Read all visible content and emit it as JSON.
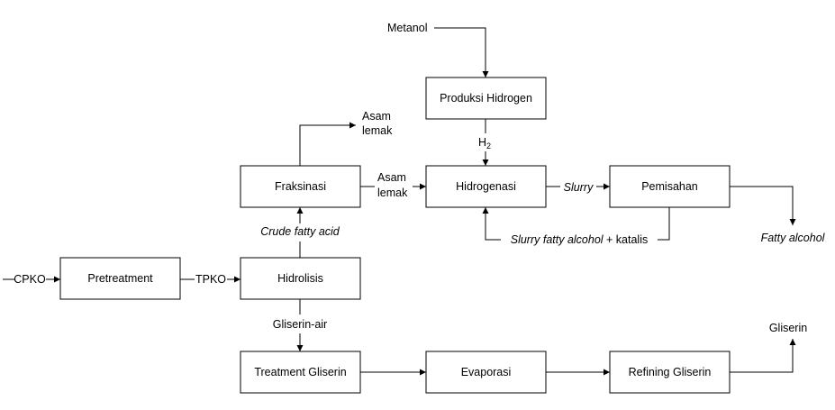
{
  "boxes": {
    "pretreatment": "Pretreatment",
    "hidrolisis": "Hidrolisis",
    "fraksinasi": "Fraksinasi",
    "produksi_hidrogen": "Produksi Hidrogen",
    "hidrogenasi": "Hidrogenasi",
    "pemisahan": "Pemisahan",
    "treatment_gliserin": "Treatment Gliserin",
    "evaporasi": "Evaporasi",
    "refining_gliserin": "Refining Gliserin"
  },
  "streams": {
    "cpko": "CPKO",
    "tpko": "TPKO",
    "crude_fatty_acid": "Crude fatty acid",
    "asam_lemak_out_line1": "Asam",
    "asam_lemak_out_line2": "lemak",
    "asam_lemak_in_line1": "Asam",
    "asam_lemak_in_line2": "lemak",
    "metanol": "Metanol",
    "h2_base": "H",
    "h2_sub": "2",
    "slurry": "Slurry",
    "slurry_recycle_italic": "Slurry fatty alcohol",
    "slurry_recycle_plain": " + katalis",
    "fatty_alcohol": "Fatty alcohol",
    "gliserin_air": "Gliserin-air",
    "gliserin": "Gliserin"
  }
}
